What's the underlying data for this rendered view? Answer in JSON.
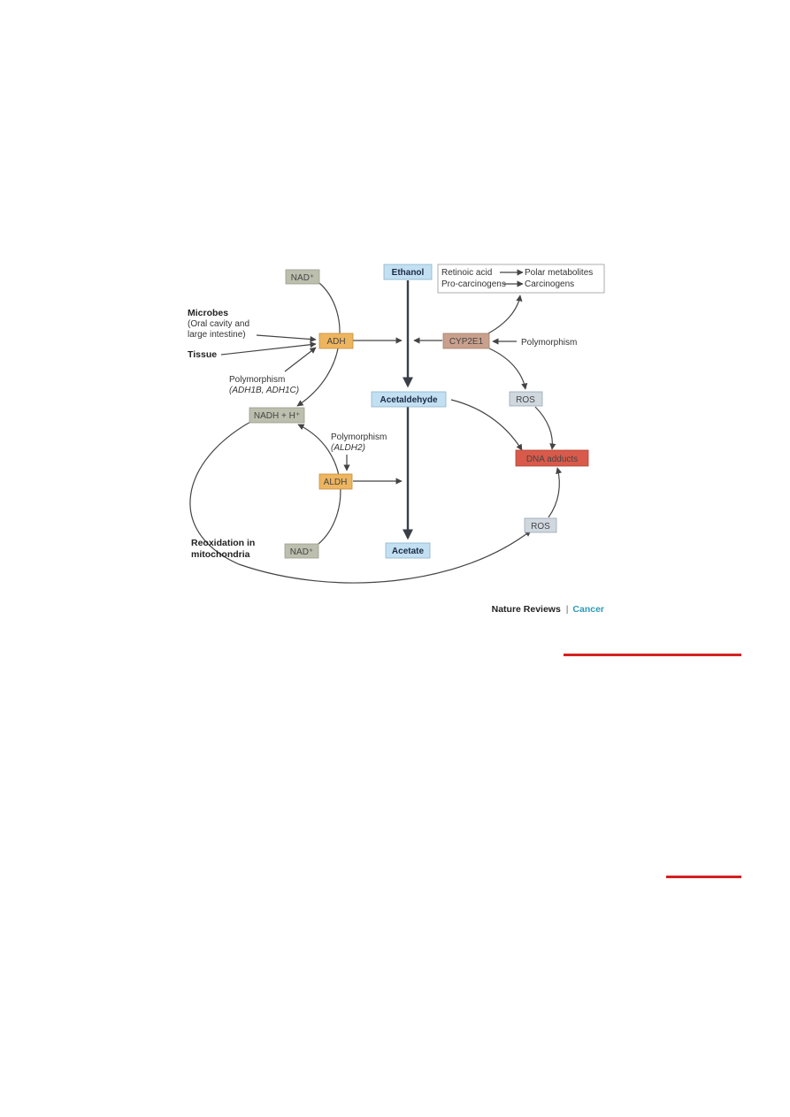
{
  "nodes": {
    "nad_top": "NAD⁺",
    "ethanol": "Ethanol",
    "adh": "ADH",
    "cyp2e1": "CYP2E1",
    "nadh": "NADH + H⁺",
    "acetaldehyde": "Acetaldehyde",
    "ros_top": "ROS",
    "dna_adducts": "DNA adducts",
    "aldh": "ALDH",
    "ros_bottom": "ROS",
    "nad_bottom": "NAD⁺",
    "acetate": "Acetate"
  },
  "metabolites_box": {
    "row1_left": "Retinoic acid",
    "row1_right": "Polar metabolites",
    "row2_left": "Pro-carcinogens",
    "row2_right": "Carcinogens"
  },
  "labels": {
    "microbes": "Microbes",
    "oral_cavity": "(Oral cavity and",
    "large_intestine": "large intestine)",
    "tissue": "Tissue",
    "polymorphism_adh": "Polymorphism",
    "polymorphism_adh_genes": "(ADH1B, ADH1C)",
    "polymorphism_cyp": "Polymorphism",
    "polymorphism_aldh": "Polymorphism",
    "polymorphism_aldh_gene": "(ALDH2)",
    "reoxidation_1": "Reoxidation in",
    "reoxidation_2": "mitochondria"
  },
  "credit": {
    "journal": "Nature Reviews",
    "separator": "|",
    "section": "Cancer"
  },
  "colors": {
    "blue_box": "#c3e0f2",
    "orange_box": "#eeb55f",
    "gray_box": "#bdbfae",
    "brown_box": "#c9a08c",
    "ros_box": "#d0d8df",
    "red_box": "#d95a4a",
    "credit_accent": "#2c9ab7",
    "red_rule": "#d42020"
  }
}
